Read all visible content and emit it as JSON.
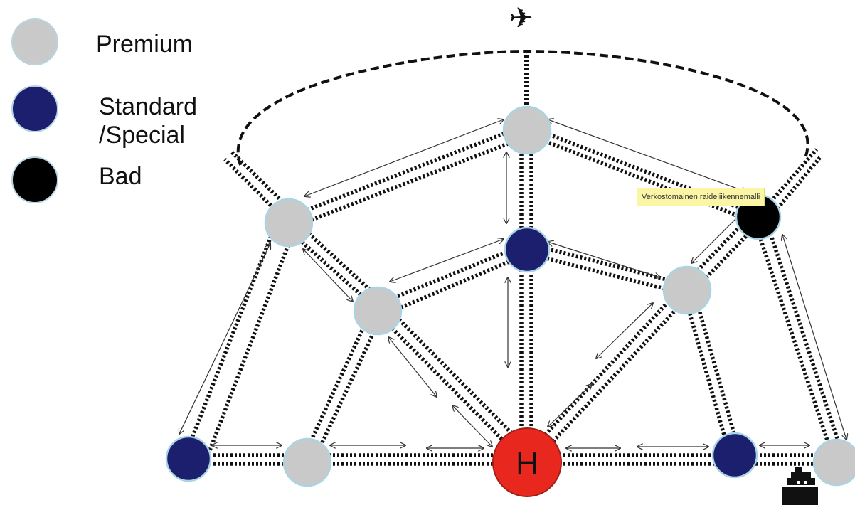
{
  "legend": {
    "items": [
      {
        "label": "Premium",
        "color": "#c9c9c9"
      },
      {
        "label": "Standard\n/Special",
        "color": "#1c1f6e"
      },
      {
        "label": "Bad",
        "color": "#000000"
      }
    ]
  },
  "tooltip": {
    "text": "Verkostomainen raideliikennemalli"
  },
  "hub": {
    "label": "H",
    "color": "#e8281e"
  },
  "icons": {
    "airport": "airplane-icon",
    "port": "ship-icon"
  },
  "colors": {
    "premium": "#c9c9c9",
    "standard": "#1c1f6e",
    "bad": "#000000",
    "hub": "#e8281e",
    "node_border": "#a9d4e3"
  }
}
